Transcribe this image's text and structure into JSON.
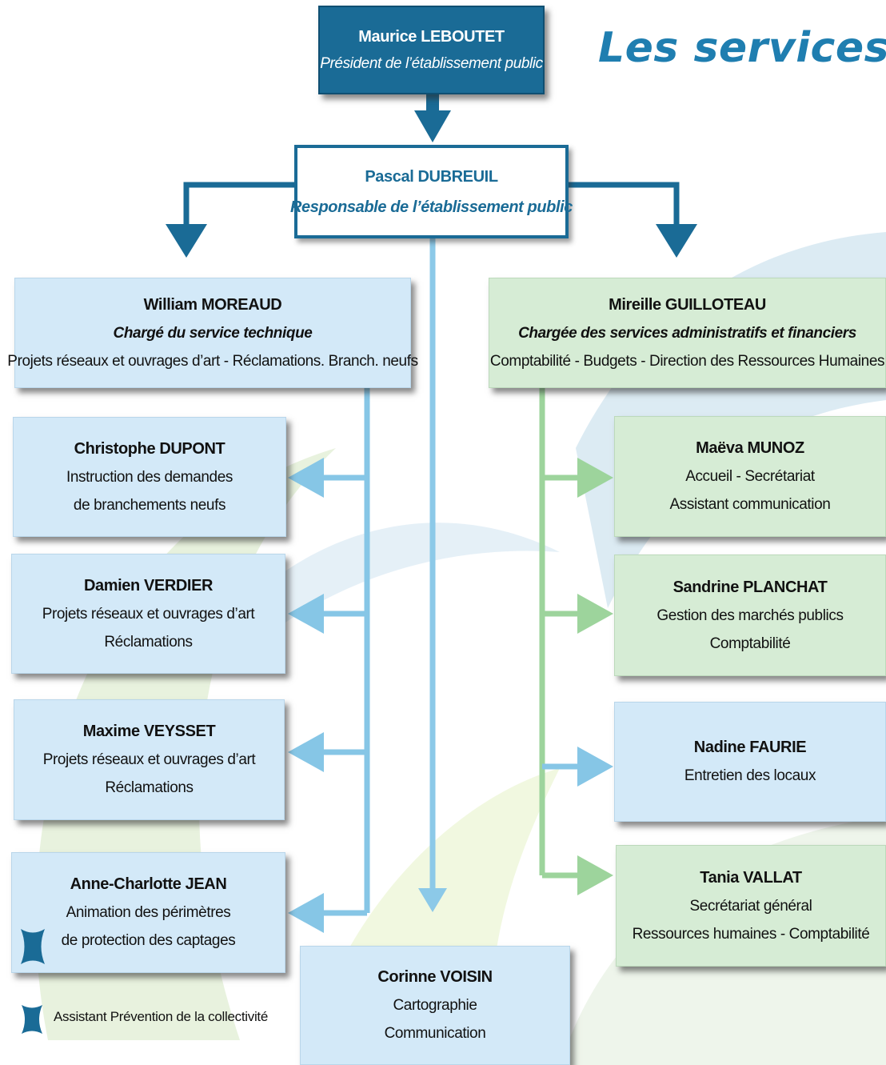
{
  "title": "Les services",
  "colors": {
    "dark_blue": "#1a6b96",
    "light_blue_box": "#d3e9f8",
    "light_green_box": "#d6ecd5",
    "blue_connector": "#86c6e6",
    "green_connector": "#9dd49c",
    "title": "#1f7eb0"
  },
  "president": {
    "name": "Maurice LEBOUTET",
    "role": "Président de l’établissement public"
  },
  "director": {
    "name": "Pascal DUBREUIL",
    "role": "Responsable de l’établissement public"
  },
  "technical": {
    "head": {
      "name": "William MOREAUD",
      "role": "Chargé du service technique",
      "desc": "Projets réseaux et ouvrages d’art - Réclamations. Branch. neufs"
    },
    "staff": [
      {
        "name": "Christophe DUPONT",
        "lines": [
          "Instruction des demandes",
          "de  branchements neufs"
        ]
      },
      {
        "name": "Damien VERDIER",
        "lines": [
          "Projets réseaux et  ouvrages d’art",
          "Réclamations"
        ]
      },
      {
        "name": "Maxime VEYSSET",
        "lines": [
          "Projets réseaux et ouvrages d’art",
          "Réclamations"
        ]
      },
      {
        "name": "Anne-Charlotte JEAN",
        "lines": [
          "Animation des périmètres",
          "de protection des captages"
        ],
        "marker_icon": "prevention-assistant-icon"
      }
    ]
  },
  "admin": {
    "head": {
      "name": "Mireille GUILLOTEAU",
      "role": "Chargée des services administratifs et financiers",
      "desc": "Comptabilité - Budgets - Direction des Ressources Humaines"
    },
    "staff": [
      {
        "name": "Maëva MUNOZ",
        "lines": [
          "Accueil - Secrétariat",
          "Assistant communication"
        ]
      },
      {
        "name": "Sandrine PLANCHAT",
        "lines": [
          "Gestion des marchés publics",
          "Comptabilité"
        ]
      },
      {
        "name": "Nadine FAURIE",
        "lines": [
          "Entretien  des locaux"
        ]
      },
      {
        "name": "Tania VALLAT",
        "lines": [
          "Secrétariat général",
          "Ressources humaines - Comptabilité"
        ]
      }
    ]
  },
  "direct_report": {
    "name": "Corinne VOISIN",
    "lines": [
      "Cartographie",
      "Communication"
    ]
  },
  "legend": {
    "icon": "prevention-assistant-icon",
    "text": "Assistant Prévention de la collectivité"
  }
}
